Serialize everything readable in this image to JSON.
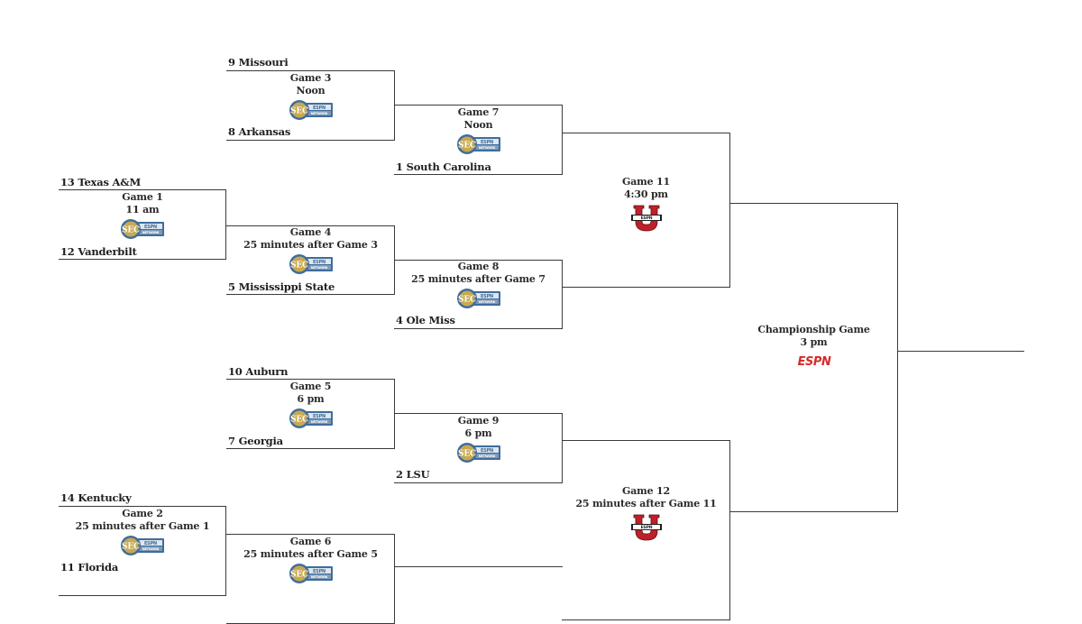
{
  "bracket": {
    "teams": {
      "missouri": "9 Missouri",
      "arkansas": "8  Arkansas",
      "south_carolina": "1 South Carolina",
      "texas_am": "13 Texas A&M",
      "vanderbilt": "12 Vanderbilt",
      "mississippi_state": "5 Mississippi State",
      "ole_miss": "4 Ole Miss",
      "auburn": "10 Auburn",
      "georgia": "7 Georgia",
      "lsu": "2 LSU",
      "kentucky": "14 Kentucky",
      "florida": "11 Florida"
    },
    "games": {
      "g1": {
        "title": "Game 1",
        "time": "11 am",
        "network": "sec-network-logo"
      },
      "g2": {
        "title": "Game 2",
        "time": "25 minutes after Game 1",
        "network": "sec-network-logo"
      },
      "g3": {
        "title": "Game 3",
        "time": "Noon",
        "network": "sec-network-logo"
      },
      "g4": {
        "title": "Game 4",
        "time": "25 minutes after Game 3",
        "network": "sec-network-logo"
      },
      "g5": {
        "title": "Game 5",
        "time": "6 pm",
        "network": "sec-network-logo"
      },
      "g6": {
        "title": "Game 6",
        "time": "25 minutes after Game 5",
        "network": "sec-network-logo"
      },
      "g7": {
        "title": "Game 7",
        "time": "Noon",
        "network": "sec-network-logo"
      },
      "g8": {
        "title": "Game 8",
        "time": "25 minutes after Game 7",
        "network": "sec-network-logo"
      },
      "g9": {
        "title": "Game 9",
        "time": "6 pm",
        "network": "sec-network-logo"
      },
      "g11": {
        "title": "Game 11",
        "time": "4:30 pm",
        "network": "espnu-logo"
      },
      "g12": {
        "title": "Game 12",
        "time": "25 minutes after Game 11",
        "network": "espnu-logo"
      },
      "championship": {
        "title": "Championship Game",
        "time": "3 pm",
        "network": "espn-logo"
      }
    },
    "logo_text": {
      "espn": "ESPN",
      "network": "NETWORK",
      "sec": "SEC"
    },
    "colors": {
      "line": "#3a3a3a",
      "espn_red": "#d62b2b",
      "espnu_red": "#c0202a",
      "sec_blue": "#3e6d9c",
      "sec_gold": "#c8a951"
    }
  }
}
